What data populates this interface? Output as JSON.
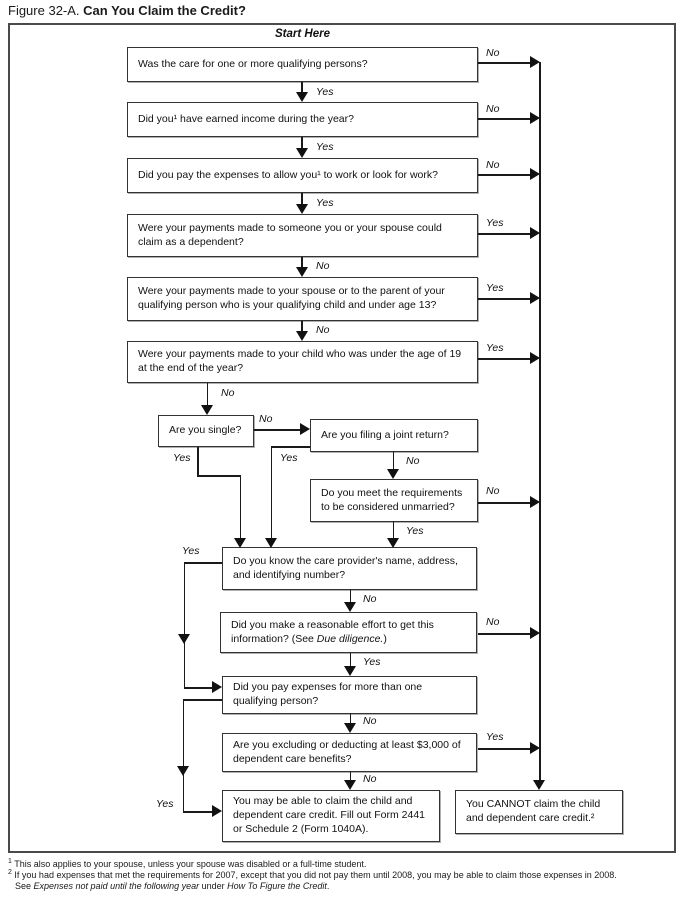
{
  "title": {
    "prefix": "Figure 32-A.",
    "main": "Can You Claim the Credit?"
  },
  "start_here": "Start Here",
  "labels": {
    "yes": "Yes",
    "no": "No"
  },
  "nodes": {
    "qualifying_persons": "Was the care for one or more qualifying persons?",
    "earned_income": "Did you¹ have earned income during the year?",
    "expenses_to_work": "Did you pay the expenses to allow you¹ to work or look for work?",
    "dependent_payments": "Were your payments made to someone you or your spouse could claim as a dependent?",
    "spouse_parent_payments": "Were your payments made to your spouse or to the parent of your qualifying person who is your qualifying child and under age 13?",
    "child_under_19": "Were your payments made to your child who was under the age of 19 at the end of the year?",
    "single": "Are you single?",
    "joint_return": "Are you filing a joint return?",
    "unmarried": "Do you meet the requirements to be considered unmarried?",
    "provider_info": "Do you know the care provider's name, address, and identifying number?",
    "due_diligence": {
      "before": "Did you make a reasonable effort to get this information? (See ",
      "italic": "Due diligence.",
      "after": ")"
    },
    "multiple_persons": "Did you pay expenses for more than one qualifying person?",
    "benefits_3000": "Are you excluding or deducting at least $3,000 of dependent care benefits?",
    "may_claim": "You may be able to claim the child and dependent care credit. Fill out Form 2441 or Schedule 2 (Form 1040A).",
    "cannot_claim": "You CANNOT claim the child and dependent care credit.²"
  },
  "footnotes": {
    "f1": {
      "sup": "1",
      "text": "This also applies to your spouse, unless your spouse was disabled or a full-time student."
    },
    "f2": {
      "sup": "2",
      "line1": "If you had expenses that met the requirements for 2007, except that you did not pay them until 2008, you may be able to claim those expenses in 2008.",
      "line2": {
        "before": "See ",
        "italic1": "Expenses not paid until the following year",
        "mid": " under ",
        "italic2": "How To Figure the Credit",
        "after": "."
      }
    }
  }
}
